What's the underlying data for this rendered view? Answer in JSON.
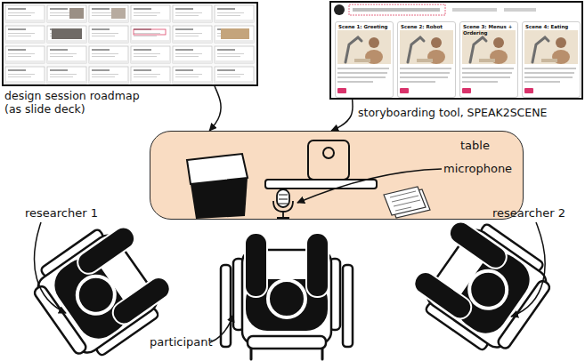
{
  "diagram": {
    "nodes": [
      {
        "text": [
          "design session roadmap (as slide deck)"
        ]
      },
      {
        "text": [
          "storyboarding tool, SPEAK2SCENE"
        ]
      },
      {
        "text": [
          "Scene 1: Greeting"
        ],
        "in": 1
      },
      {
        "text": [
          "Scene 2: Robot"
        ],
        "in": 1
      },
      {
        "text": [
          "Scene 3: Menus + Ordering"
        ],
        "in": 1
      },
      {
        "text": [
          "Scene 4: Eating"
        ],
        "in": 1
      },
      {
        "text": [
          "table"
        ]
      }
    ],
    "edges": [
      {
        "from": 0,
        "to": 6,
        "arrow": "to"
      },
      {
        "from": 1,
        "to": 6,
        "arrow": "to"
      }
    ],
    "labels": [
      "microphone",
      "researcher 1",
      "participant",
      "researcher 2"
    ]
  }
}
